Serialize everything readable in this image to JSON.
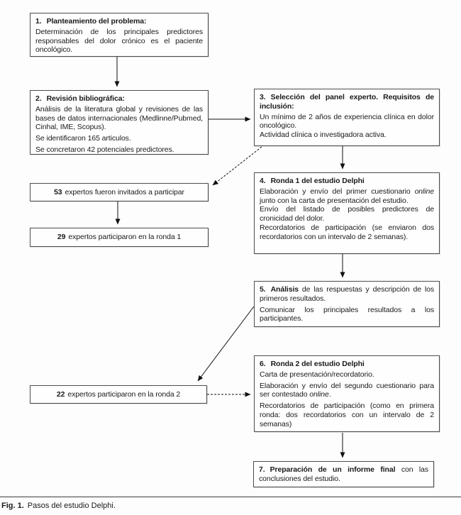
{
  "colors": {
    "ink": "#1a1a1a",
    "box-border": "#4d4d4d",
    "paper": "#fdfdfd"
  },
  "boxes": {
    "b1": {
      "num": "1.",
      "title": "Planteamiento del problema:",
      "p1": "Determinación de los principales predictores responsables del dolor crónico es el paciente oncológico."
    },
    "b2": {
      "num": "2.",
      "title": "Revisión bibliográfica:",
      "p1": "Análisis de la literatura global y revisiones de las bases de datos internacionales (Medlinne/​Pubmed, Cinhal, IME, Scopus).",
      "p2": "Se identificaron 165 articulos.",
      "p3": "Se concretaron 42 potenciales predictores."
    },
    "b3": {
      "num": "3.",
      "title": "Selección del panel experto. Requisitos de inclusión:",
      "p1": "Un mínimo de 2 años de experiencia clínica en dolor oncológico.",
      "p2": "Actividad clínica o investigadora activa."
    },
    "b4": {
      "num": "4.",
      "title": "Ronda 1 del estudio Delphi",
      "p1a": "Elaboración y envío del primer cuestionario ",
      "p1i": "online",
      "p1b": " junto con la carta de presentación del estudio.",
      "p2": "Envío del listado de posibles predictores de cronicidad del dolor.",
      "p3": "Recordatorios de participación (se enviaron dos recordatorios con un intervalo de 2 semanas)."
    },
    "b5": {
      "num": "5.",
      "title": "Análisis",
      "p1rest": " de las respuestas y descripción de los primeros resultados.",
      "p2": "Comunicar los principales resultados a los participantes."
    },
    "b6": {
      "num": "6.",
      "title": "Ronda 2 del estudio Delphi",
      "p1": "Carta de presentación/recordatorio.",
      "p2a": "Elaboración y envío del segundo cuestionario para ser contestado ",
      "p2i": "online",
      "p2b": ".",
      "p3": "Recordatorios de participación (como en primera ronda: dos recordatorios con un intervalo de 2 semanas)"
    },
    "b7": {
      "num": "7.",
      "title": "Preparación de un informe final",
      "rest": " con las conclusiones del estudio."
    },
    "experts53": {
      "num": "53",
      "text": "expertos fueron invitados a participar"
    },
    "experts29": {
      "num": "29",
      "text": "expertos participaron en la ronda 1"
    },
    "experts22": {
      "num": "22",
      "text": "expertos participaron en la ronda 2"
    }
  },
  "caption": {
    "label": "Fig. 1.",
    "text": "Pasos del estudio Delphi."
  }
}
